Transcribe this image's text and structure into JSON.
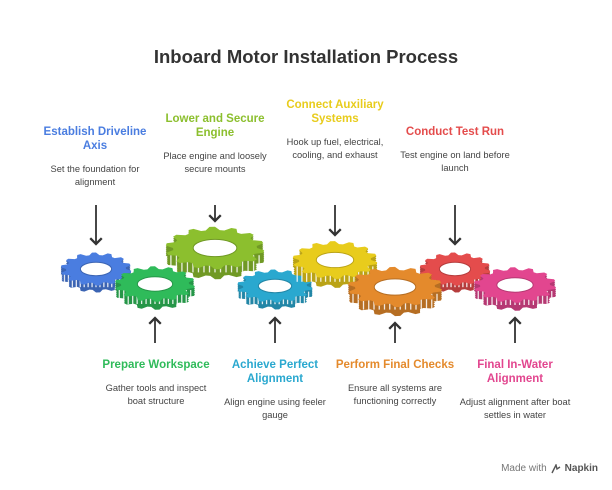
{
  "title": "Inboard Motor Installation Process",
  "steps": [
    {
      "title": "Establish Driveline Axis",
      "desc": "Set the foundation for alignment",
      "color": "#4a7de0"
    },
    {
      "title": "Prepare Workspace",
      "desc": "Gather tools and inspect boat structure",
      "color": "#2fbb5a"
    },
    {
      "title": "Lower and Secure Engine",
      "desc": "Place engine and loosely secure mounts",
      "color": "#8cbf2e"
    },
    {
      "title": "Achieve Perfect Alignment",
      "desc": "Align engine using feeler gauge",
      "color": "#2aa8cf"
    },
    {
      "title": "Connect Auxiliary Systems",
      "desc": "Hook up fuel, electrical, cooling, and exhaust",
      "color": "#e8cc1c"
    },
    {
      "title": "Perform Final Checks",
      "desc": "Ensure all systems are functioning correctly",
      "color": "#e48a2c"
    },
    {
      "title": "Conduct Test Run",
      "desc": "Test engine on land before launch",
      "color": "#e44c4c"
    },
    {
      "title": "Final In-Water Alignment",
      "desc": "Adjust alignment after boat settles in water",
      "color": "#e2468f"
    }
  ],
  "branding": {
    "made_with": "Made with",
    "logo_text": "Napkin",
    "logo_icon": "napkin-logo-icon"
  }
}
